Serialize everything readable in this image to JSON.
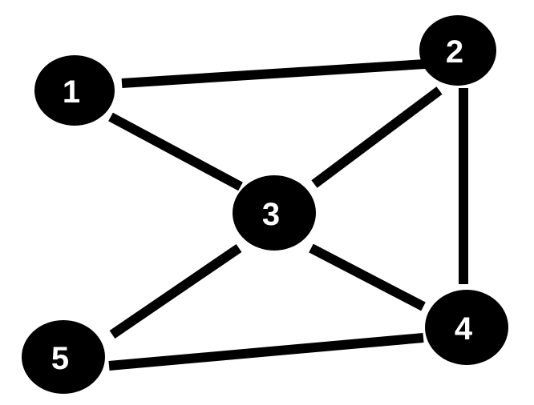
{
  "graph": {
    "nodes": [
      {
        "id": "1",
        "label": "1"
      },
      {
        "id": "2",
        "label": "2"
      },
      {
        "id": "3",
        "label": "3"
      },
      {
        "id": "4",
        "label": "4"
      },
      {
        "id": "5",
        "label": "5"
      }
    ],
    "edges": [
      {
        "from": "1",
        "to": "2"
      },
      {
        "from": "1",
        "to": "3"
      },
      {
        "from": "2",
        "to": "3"
      },
      {
        "from": "2",
        "to": "4"
      },
      {
        "from": "3",
        "to": "4"
      },
      {
        "from": "3",
        "to": "5"
      },
      {
        "from": "5",
        "to": "4"
      }
    ],
    "colors": {
      "node_fill": "#000000",
      "label_text": "#ffffff",
      "edge": "#000000",
      "background": "#ffffff"
    }
  }
}
